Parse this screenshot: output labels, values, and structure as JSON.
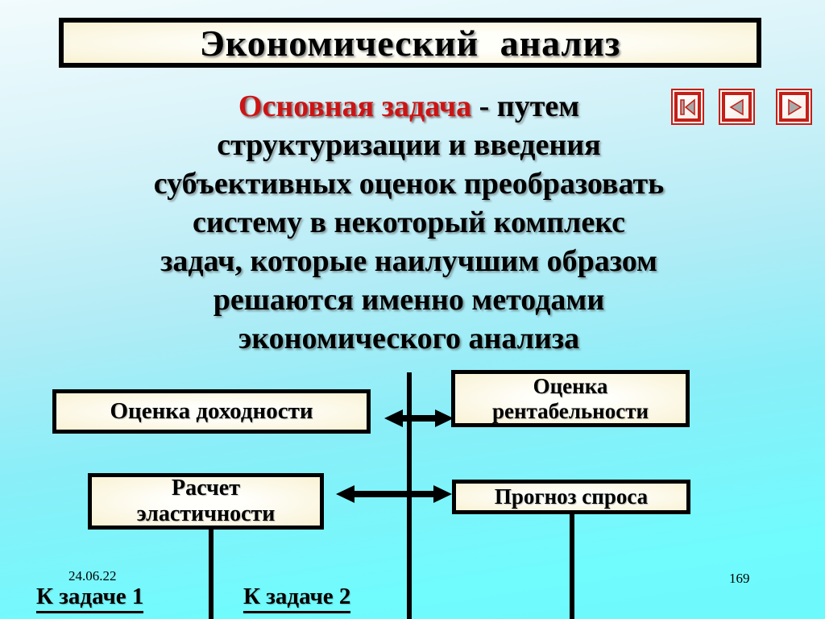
{
  "title": "Экономический  анализ",
  "body": {
    "lead": "Основная задача",
    "lead_suffix": " - путем",
    "lines": [
      "структуризации и введения",
      "субъективных оценок преобразовать",
      "систему в некоторый комплекс",
      "задач, которые наилучшим образом",
      "решаются именно методами",
      "экономического анализа"
    ]
  },
  "nav": {
    "buttons": [
      {
        "icon": "go-to-first-icon"
      },
      {
        "icon": "previous-slide-icon"
      },
      {
        "icon": "next-slide-icon"
      }
    ]
  },
  "diagram": {
    "boxes": [
      {
        "label": "Оценка доходности"
      },
      {
        "label": "Оценка\nрентабельности"
      },
      {
        "label": "Расчет\nэластичности"
      },
      {
        "label": "Прогноз спроса"
      }
    ]
  },
  "footer": {
    "date": "24.06.22",
    "links": [
      "К задаче 1",
      "К задаче 2"
    ],
    "page_number": "169"
  },
  "colors": {
    "accent_red": "#cc1414",
    "nav_red": "#c22018",
    "box_fill_cream": "#f9f2d4",
    "background_cyan": "#6dfafd",
    "text_black": "#000000"
  }
}
